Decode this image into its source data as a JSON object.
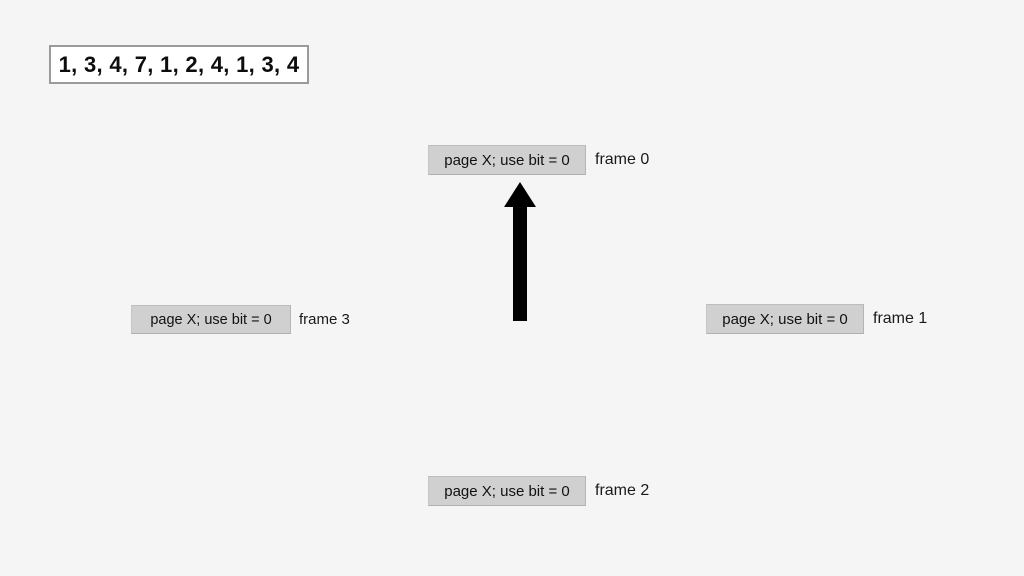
{
  "slide": {
    "background_color": "#f5f5f5",
    "reference_string": {
      "label": "1, 3, 4, 7, 1, 2, 4, 1, 3, 4",
      "fill_color": "#ffffff",
      "border_color": "#9a9a9a"
    },
    "frames": [
      {
        "position": "top",
        "page_text": "page X; use bit = 0",
        "frame_label": "frame 0",
        "fill_color": "#d0d0d0"
      },
      {
        "position": "right",
        "page_text": "page X; use bit = 0",
        "frame_label": "frame 1",
        "fill_color": "#d0d0d0"
      },
      {
        "position": "bottom",
        "page_text": "page X; use bit = 0",
        "frame_label": "frame 2",
        "fill_color": "#d0d0d0"
      },
      {
        "position": "left",
        "page_text": "page X; use bit = 0",
        "frame_label": "frame 3",
        "fill_color": "#d0d0d0"
      }
    ],
    "clock_hand": {
      "icon": "up-arrow-icon",
      "direction": "up",
      "points_to": "frame 0",
      "color": "#000000"
    }
  }
}
